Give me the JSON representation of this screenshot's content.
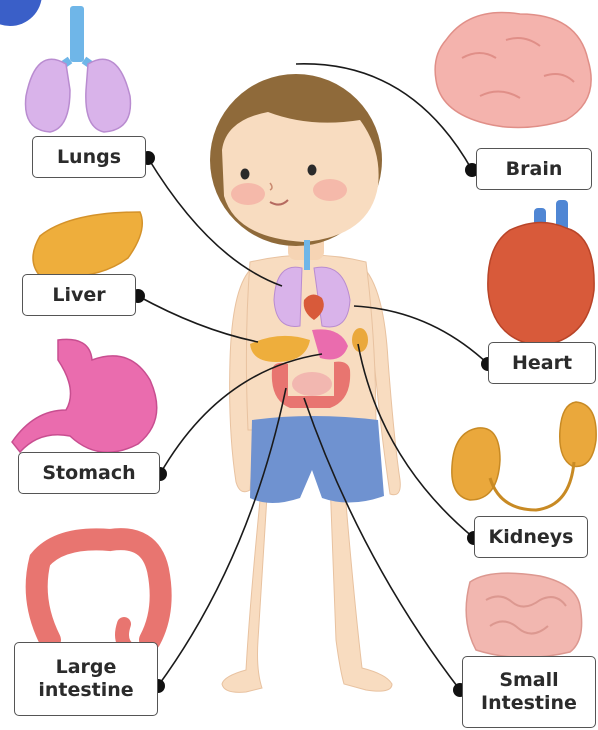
{
  "labels": {
    "lungs": "Lungs",
    "brain": "Brain",
    "liver": "Liver",
    "heart": "Heart",
    "stomach": "Stomach",
    "kidneys": "Kidneys",
    "large_intestine_line1": "Large",
    "large_intestine_line2": "intestine",
    "small_intestine_line1": "Small",
    "small_intestine_line2": "Intestine"
  },
  "colors": {
    "skin": "#f8dcc0",
    "hair": "#8f6a3a",
    "shorts": "#6f92d0",
    "lungs": "#d9b3ea",
    "brain": "#f4b3ad",
    "liver": "#eeae3c",
    "heart": "#d85a3a",
    "stomach": "#ea6cae",
    "kidneys": "#eaa83c",
    "large_intestine": "#e87570",
    "small_intestine": "#f2b7b0",
    "corner_badge": "#3a5fc8"
  }
}
